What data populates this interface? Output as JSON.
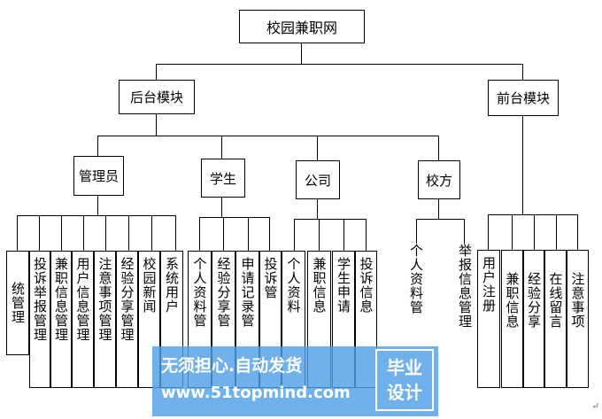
{
  "root": "校园兼职网",
  "back_module": "后台模块",
  "front_module": "前台模块",
  "roles": [
    "管理员",
    "学生",
    "公司",
    "校方"
  ],
  "admin_items": [
    "统管理",
    "投诉举报管理",
    "兼职信息管理",
    "用户信息管理",
    "注意事项管理",
    "经验分享管理",
    "校园新闻",
    "系统用户"
  ],
  "student_items": [
    "个人资料管",
    "经验分享管",
    "申请记录管",
    "投诉管"
  ],
  "company_items": [
    "个人资料",
    "兼职信息",
    "学生申请",
    "投诉信息"
  ],
  "school_items": [
    "个人资料管",
    "举报信息管理"
  ],
  "front_items": [
    "用户注册",
    "兼职信息",
    "经验分享",
    "在线留言",
    "注意事项"
  ],
  "watermark": {
    "text": "无须担心.自动发货",
    "url": "www.51topmind.com",
    "logo_line1": "毕业",
    "logo_line2": "设计"
  },
  "return_mark": "↵"
}
